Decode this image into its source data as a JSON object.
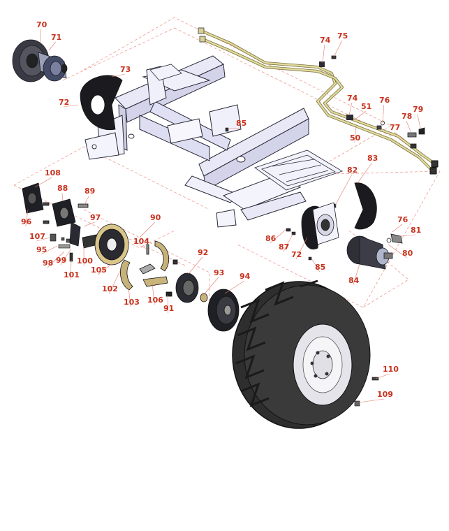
{
  "colors": {
    "callout": "#c8321e",
    "leader": "#e07a6a",
    "frame_fill": "#e8e8f6",
    "frame_stroke": "#2a2a3a",
    "tube": "#d8cf92",
    "tire": "#2e2e2e",
    "rim": "#e4e4ea",
    "dark_part": "#2b2b33"
  },
  "callouts": [
    {
      "label": "70"
    },
    {
      "label": "71"
    },
    {
      "label": "73"
    },
    {
      "label": "72"
    },
    {
      "label": "74"
    },
    {
      "label": "75"
    },
    {
      "label": "74"
    },
    {
      "label": "51"
    },
    {
      "label": "76"
    },
    {
      "label": "78"
    },
    {
      "label": "79"
    },
    {
      "label": "77"
    },
    {
      "label": "50"
    },
    {
      "label": "85"
    },
    {
      "label": "108"
    },
    {
      "label": "88"
    },
    {
      "label": "89"
    },
    {
      "label": "96"
    },
    {
      "label": "97"
    },
    {
      "label": "90"
    },
    {
      "label": "107"
    },
    {
      "label": "95"
    },
    {
      "label": "98"
    },
    {
      "label": "99"
    },
    {
      "label": "100"
    },
    {
      "label": "101"
    },
    {
      "label": "104"
    },
    {
      "label": "105"
    },
    {
      "label": "102"
    },
    {
      "label": "92"
    },
    {
      "label": "103"
    },
    {
      "label": "106"
    },
    {
      "label": "91"
    },
    {
      "label": "93"
    },
    {
      "label": "94"
    },
    {
      "label": "82"
    },
    {
      "label": "83"
    },
    {
      "label": "86"
    },
    {
      "label": "87"
    },
    {
      "label": "72"
    },
    {
      "label": "85"
    },
    {
      "label": "76"
    },
    {
      "label": "81"
    },
    {
      "label": "80"
    },
    {
      "label": "84"
    },
    {
      "label": "110"
    },
    {
      "label": "109"
    }
  ]
}
